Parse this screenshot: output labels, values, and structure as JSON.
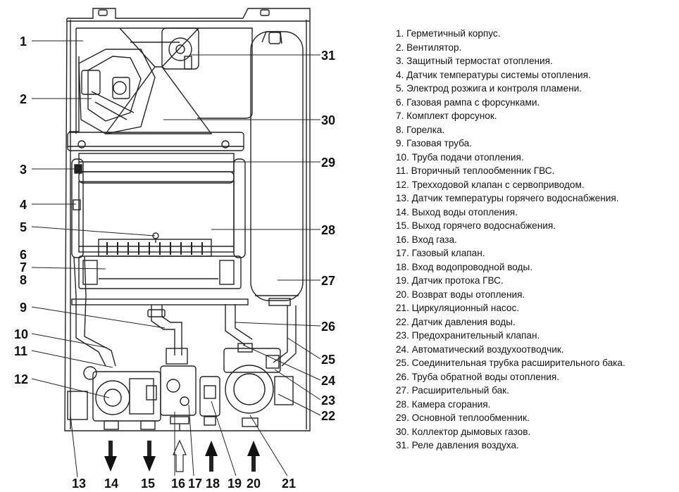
{
  "callouts": [
    {
      "n": "1"
    },
    {
      "n": "2"
    },
    {
      "n": "3"
    },
    {
      "n": "4"
    },
    {
      "n": "5"
    },
    {
      "n": "6"
    },
    {
      "n": "7"
    },
    {
      "n": "8"
    },
    {
      "n": "9"
    },
    {
      "n": "10"
    },
    {
      "n": "11"
    },
    {
      "n": "12"
    },
    {
      "n": "13"
    },
    {
      "n": "14"
    },
    {
      "n": "15"
    },
    {
      "n": "16"
    },
    {
      "n": "17"
    },
    {
      "n": "18"
    },
    {
      "n": "19"
    },
    {
      "n": "20"
    },
    {
      "n": "21"
    },
    {
      "n": "22"
    },
    {
      "n": "23"
    },
    {
      "n": "24"
    },
    {
      "n": "25"
    },
    {
      "n": "26"
    },
    {
      "n": "27"
    },
    {
      "n": "28"
    },
    {
      "n": "29"
    },
    {
      "n": "30"
    },
    {
      "n": "31"
    }
  ],
  "legend": [
    "1. Герметичный корпус.",
    "2. Вентилятор.",
    "3. Защитный термостат отопления.",
    "4. Датчик температуры системы отопления.",
    "5. Электрод розжига и контроля пламени.",
    "6. Газовая рампа с форсунками.",
    "7. Комплект форсунок.",
    "8. Горелка.",
    "9. Газовая труба.",
    "10. Труба подачи отопления.",
    "11. Вторичный теплообменник ГВС.",
    "12. Трехходовой клапан с сервоприводом.",
    "13. Датчик температуры горячего водоснабжения.",
    "14. Выход воды отопления.",
    "15. Выход горячего водоснабжения.",
    "16. Вход газа.",
    "17. Газовый клапан.",
    "18. Вход водопроводной воды.",
    "19. Датчик протока ГВС.",
    "20. Возврат воды отопления.",
    "21. Циркуляционный насос.",
    "22. Датчик давления воды.",
    "23. Предохранительный клапан.",
    "24. Автоматический воздухоотводчик.",
    "25. Соединительная трубка расширительного бака.",
    "26. Труба обратной воды отопления.",
    "27. Расширительный бак.",
    "28. Камера сгорания.",
    "29. Основной теплообменник.",
    "30. Коллектор дымовых газов.",
    "31. Реле давления воздуха."
  ]
}
